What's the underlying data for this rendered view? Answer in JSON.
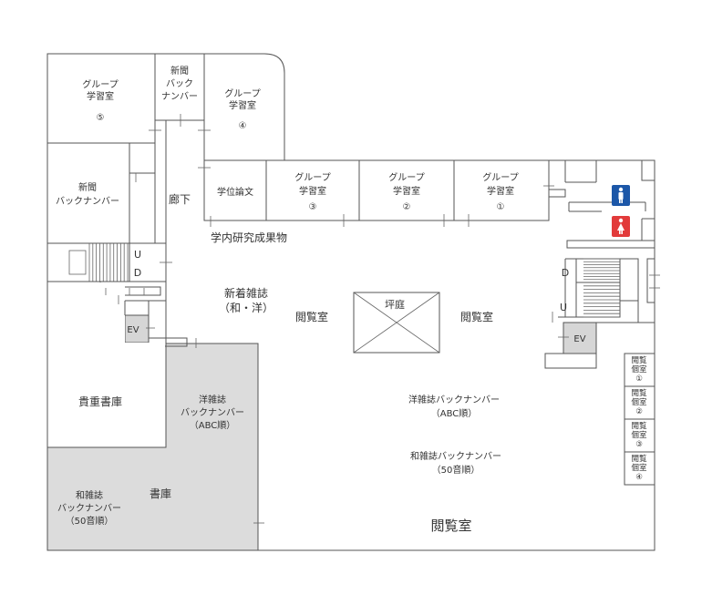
{
  "colors": {
    "stack_area": "#dcdcdc",
    "ev_fill": "#d6d6d6",
    "men_icon": "#1c57a8",
    "women_icon": "#e23b3b",
    "wall": "#555555"
  },
  "rooms": {
    "group5": {
      "name": "グループ\n学習室",
      "number": "⑤"
    },
    "newspaper_top": {
      "name": "新聞\nバック\nナンバー"
    },
    "group4": {
      "name": "グループ\n学習室",
      "number": "④"
    },
    "newspaper_left": {
      "name": "新聞\nバックナンバー"
    },
    "corridor": {
      "name": "廊下"
    },
    "thesis": {
      "name": "学位論文"
    },
    "group3": {
      "name": "グループ\n学習室",
      "number": "③"
    },
    "group2": {
      "name": "グループ\n学習室",
      "number": "②"
    },
    "group1": {
      "name": "グループ\n学習室",
      "number": "①"
    },
    "campus_research": {
      "name": "学内研究成果物"
    },
    "new_journals": {
      "name": "新着雑誌\n（和・洋）"
    },
    "reading_left": {
      "name": "閲覧室"
    },
    "courtyard": {
      "name": "坪庭"
    },
    "reading_right": {
      "name": "閲覧室"
    },
    "rare_books": {
      "name": "貴重書庫"
    },
    "western_backnumber_stack": {
      "name": "洋雑誌\nバックナンバー\n（ABC順）"
    },
    "western_backnumber": {
      "name": "洋雑誌バックナンバー\n（ABC順）"
    },
    "japanese_backnumber": {
      "name": "和雑誌バックナンバー\n（50音順）"
    },
    "japanese_backnumber_stack": {
      "name": "和雑誌\nバックナンバー\n（50音順）"
    },
    "stacks": {
      "name": "書庫"
    },
    "reading_main": {
      "name": "閲覧室"
    },
    "private1": {
      "name": "閲覧\n個室\n①"
    },
    "private2": {
      "name": "閲覧\n個室\n②"
    },
    "private3": {
      "name": "閲覧\n個室\n③"
    },
    "private4": {
      "name": "閲覧\n個室\n④"
    }
  },
  "stairs": {
    "left_up": "U",
    "left_down": "D",
    "right_down": "D",
    "right_up": "U"
  },
  "elevators": {
    "left": "EV",
    "right": "EV"
  },
  "icons": {
    "men_restroom": "male-restroom-icon",
    "women_restroom": "female-restroom-icon"
  }
}
